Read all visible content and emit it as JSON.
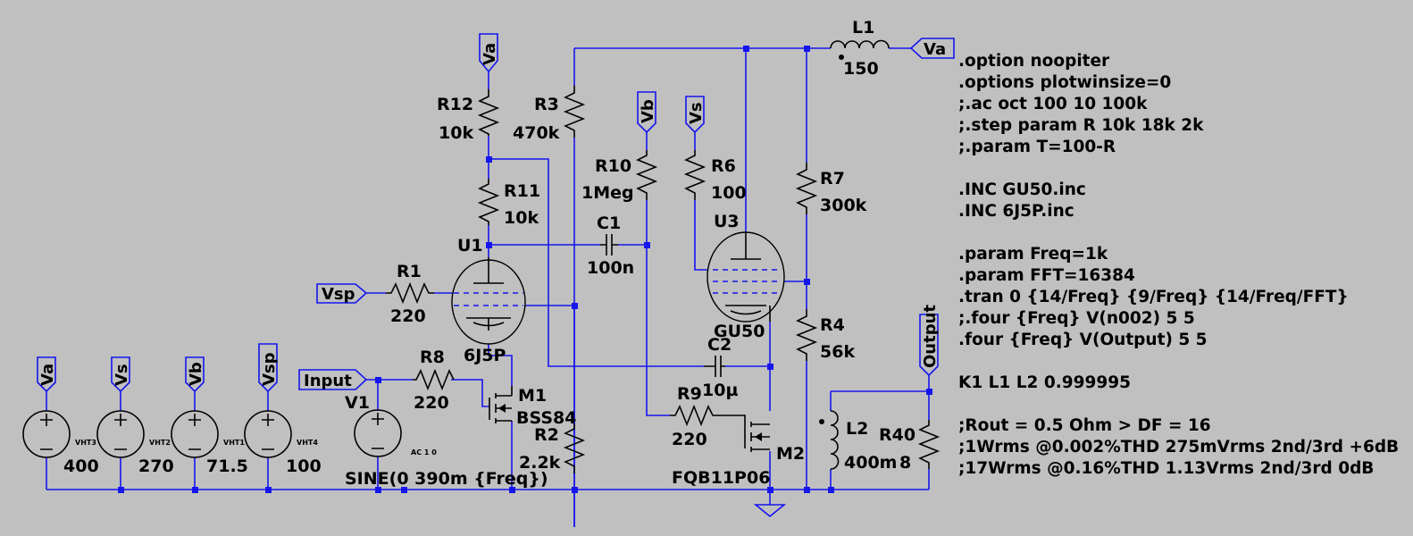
{
  "nets": {
    "va": "Va",
    "vb": "Vb",
    "vs": "Vs",
    "vsp": "Vsp",
    "input": "Input",
    "output": "Output"
  },
  "components": {
    "R1": {
      "ref": "R1",
      "value": "220"
    },
    "R2": {
      "ref": "R2",
      "value": "2.2k"
    },
    "R3": {
      "ref": "R3",
      "value": "470k"
    },
    "R4": {
      "ref": "R4",
      "value": "56k"
    },
    "R6": {
      "ref": "R6",
      "value": "100"
    },
    "R7": {
      "ref": "R7",
      "value": "300k"
    },
    "R8": {
      "ref": "R8",
      "value": "220"
    },
    "R9": {
      "ref": "R9",
      "value": "220"
    },
    "R10": {
      "ref": "R10",
      "value": "1Meg"
    },
    "R11": {
      "ref": "R11",
      "value": "10k"
    },
    "R12": {
      "ref": "R12",
      "value": "10k"
    },
    "R40": {
      "ref": "R40",
      "value": "8"
    },
    "C1": {
      "ref": "C1",
      "value": "100n"
    },
    "C2": {
      "ref": "C2",
      "value": "10µ"
    },
    "L1": {
      "ref": "L1",
      "value": "150"
    },
    "L2": {
      "ref": "L2",
      "value": "400m"
    },
    "U1": {
      "ref": "U1",
      "value": "6J5P"
    },
    "U3": {
      "ref": "U3",
      "value": "GU50"
    },
    "M1": {
      "ref": "M1",
      "value": "BSS84"
    },
    "M2": {
      "ref": "M2",
      "value": "FQB11P06"
    },
    "V1": {
      "ref": "V1",
      "value": "SINE(0 390m {Freq})",
      "ac": "AC 1 0"
    },
    "VHT3": {
      "ref": "VHT3",
      "value": "400"
    },
    "VHT2": {
      "ref": "VHT2",
      "value": "270"
    },
    "VHT1": {
      "ref": "VHT1",
      "value": "71.5"
    },
    "VHT4": {
      "ref": "VHT4",
      "value": "100"
    }
  },
  "directives": [
    ".option noopiter",
    ".options plotwinsize=0",
    ";.ac oct 100 10 100k",
    ";.step param R 10k 18k 2k",
    ";.param T=100-R",
    "",
    ".INC GU50.inc",
    ".INC 6J5P.inc",
    "",
    ".param Freq=1k",
    ".param FFT=16384",
    ".tran 0 {14/Freq} {9/Freq} {14/Freq/FFT}",
    ";.four {Freq} V(n002) 5 5",
    ".four {Freq} V(Output) 5 5",
    "",
    "K1 L1 L2 0.999995",
    "",
    ";Rout = 0.5 Ohm > DF = 16",
    ";1Wrms @0.002%THD 275mVrms 2nd/3rd +6dB",
    ";17Wrms @0.16%THD 1.13Vrms 2nd/3rd 0dB"
  ]
}
